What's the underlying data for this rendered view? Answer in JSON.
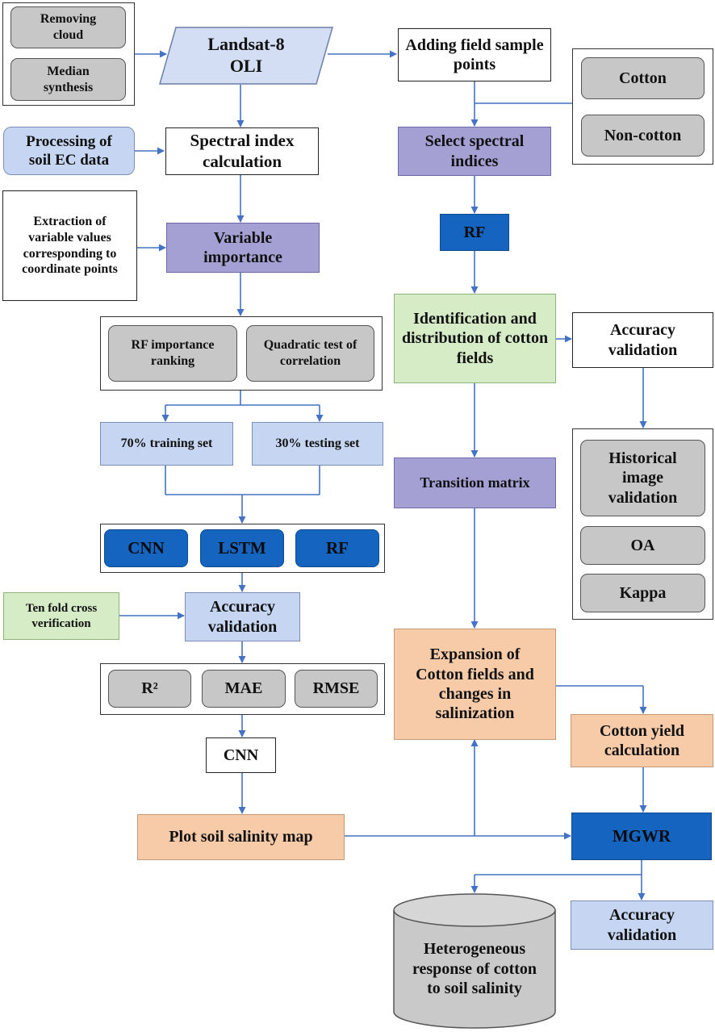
{
  "nodes": {
    "removing_cloud": "Removing cloud",
    "median_synthesis": "Median synthesis",
    "landsat": "Landsat-8 OLI",
    "adding_field": "Adding field sample points",
    "cotton": "Cotton",
    "non_cotton": "Non-cotton",
    "processing_soil": "Processing of soil EC data",
    "spectral_index": "Spectral index calculation",
    "select_spectral": "Select spectral indices",
    "extraction": "Extraction of variable values corresponding to coordinate points",
    "variable_importance": "Variable importance",
    "rf_top": "RF",
    "rf_importance": "RF importance ranking",
    "quadratic_test": "Quadratic test of correlation",
    "identification": "Identification and distribution of cotton fields",
    "accuracy_validation_right": "Accuracy validation",
    "training_set": "70% training set",
    "testing_set": "30% testing set",
    "transition_matrix": "Transition matrix",
    "historical_image": "Historical image validation",
    "oa": "OA",
    "kappa": "Kappa",
    "cnn_model": "CNN",
    "lstm_model": "LSTM",
    "rf_model": "RF",
    "ten_fold": "Ten fold cross verification",
    "accuracy_validation_mid": "Accuracy validation",
    "r2": "R²",
    "mae": "MAE",
    "rmse": "RMSE",
    "expansion": "Expansion of Cotton fields and changes in salinization",
    "cnn_selected": "CNN",
    "cotton_yield": "Cotton yield calculation",
    "plot_salinity": "Plot soil salinity map",
    "mgwr": "MGWR",
    "heterogeneous": "Heterogeneous response of cotton to soil salinity",
    "accuracy_validation_bottom": "Accuracy validation"
  },
  "colors": {
    "arrow": "#4472c4",
    "gray": "#c7c7c7",
    "light_blue": "#c6d6f2",
    "purple": "#a5a0d4",
    "dark_blue": "#1464c0",
    "green": "#d5ecc6",
    "orange": "#f7cba8"
  }
}
